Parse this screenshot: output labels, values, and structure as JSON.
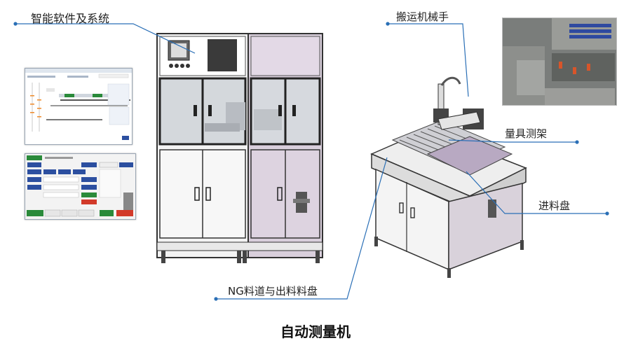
{
  "labels": {
    "software": "智能软件及系统",
    "robot_arm": "搬运机械手",
    "measure_rack": "量具测架",
    "feed_tray": "进料盘",
    "ng_channel": "NG料道与出料料盘"
  },
  "title": "自动测量机",
  "colors": {
    "callout_line": "#2a6fb6",
    "callout_dot": "#2a6fb6",
    "frame_white": "#f2f2f2",
    "frame_pink": "#d9cfdc",
    "hmi_green": "#2a8a3a",
    "hmi_blue": "#2c4fa0"
  }
}
